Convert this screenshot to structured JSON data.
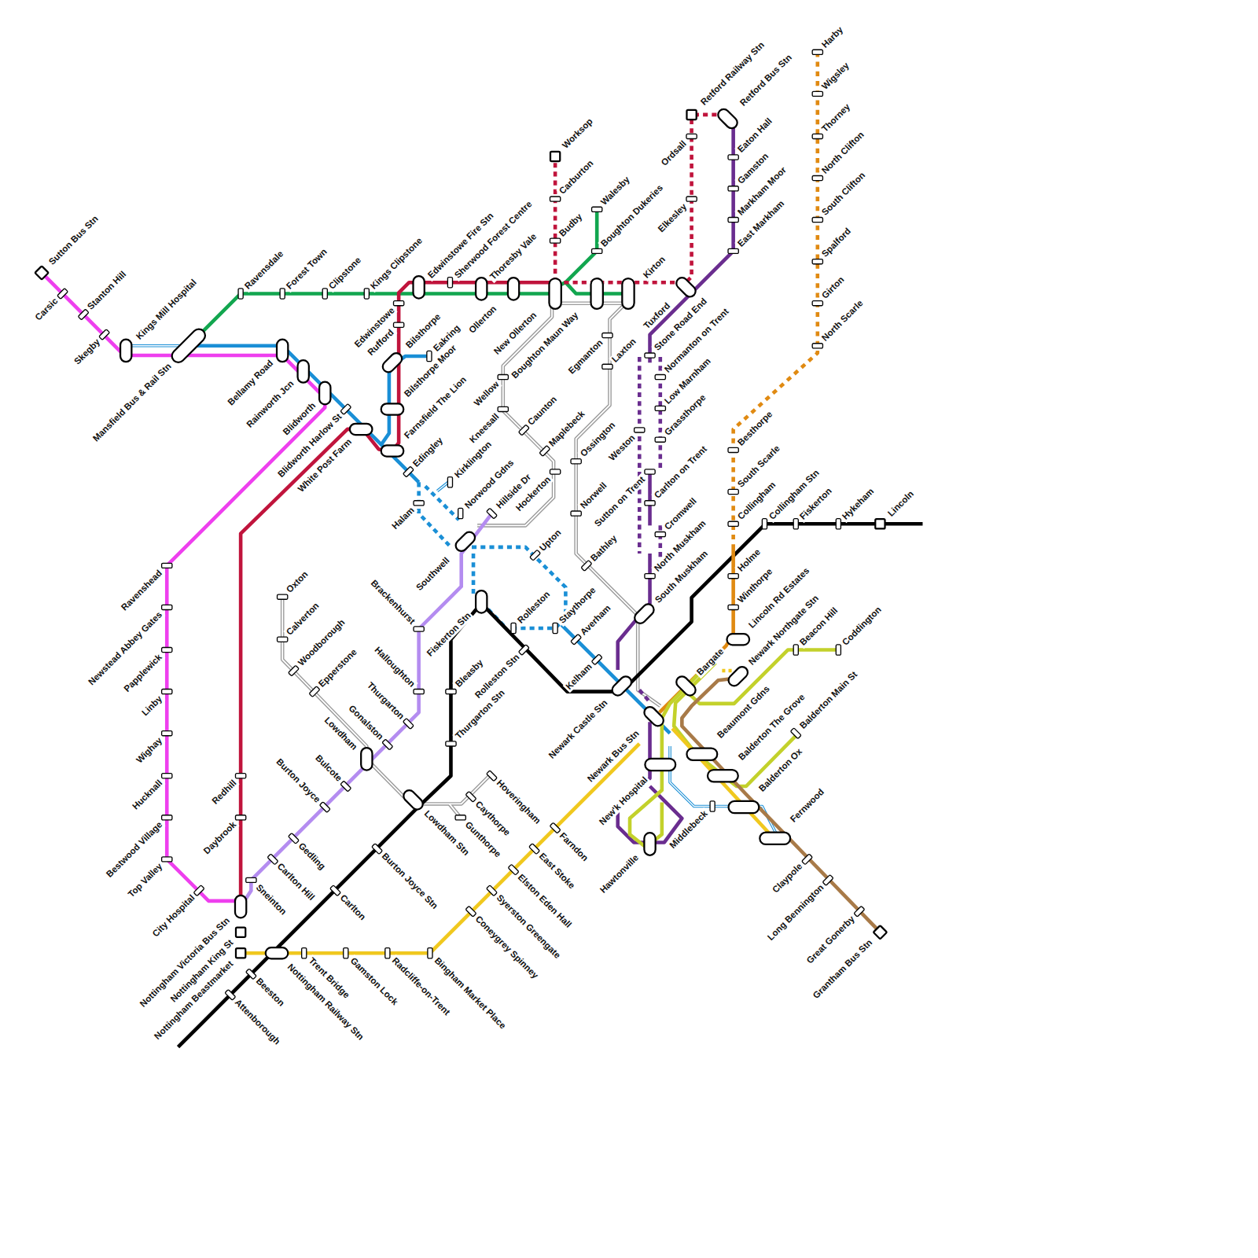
{
  "diagram": {
    "labels": [
      "Sutton Bus Stn",
      "Carsic",
      "Stanton Hill",
      "Skegby",
      "Kings Mill Hospital",
      "Mansfield Bus & Rail Stn",
      "Ravensdale",
      "Forest Town",
      "Clipstone",
      "Kings Clipstone",
      "Bellamy Road",
      "Rainworth Jcn",
      "Blidworth",
      "Blidworth Harlow St",
      "White Post Farm",
      "Edwinstowe",
      "Rufford",
      "Bilsthorpe",
      "Eakring",
      "Bilsthorpe Moor",
      "Farnsfield The Lion",
      "Edingley",
      "Edwinstowe Fire Stn",
      "Sherwood Forest Centre",
      "Thoresby Vale",
      "Ollerton",
      "New Ollerton",
      "Worksop",
      "Carburton",
      "Budby",
      "Walesby",
      "Boughton Dukeries",
      "Boughton Maun Way",
      "Kirton",
      "Egmanton",
      "Laxton",
      "Tuxford",
      "Ordsall",
      "Elkesley",
      "Retford Railway Stn",
      "Retford Bus Stn",
      "Eaton Hall",
      "Gamston",
      "Markham Moor",
      "East Markham",
      "Stone Road End",
      "Normanton on Trent",
      "Low Marnham",
      "Grassthorpe",
      "Weston",
      "Sutton on Trent",
      "Carlton on Trent",
      "Cromwell",
      "North Muskham",
      "South Muskham",
      "Kirklington",
      "Norwood Gdns",
      "Hillside Dr",
      "Halam",
      "Southwell",
      "Upton",
      "Rolleston",
      "Staythorpe",
      "Averham",
      "Kelham",
      "Fiskerton Stn",
      "Rolleston Stn",
      "Newark Castle Stn",
      "Newark Bus Stn",
      "Wellow",
      "Kneesall",
      "Caunton",
      "Maplebeck",
      "Hockerton",
      "Ossington",
      "Norwell",
      "Bathley",
      "Oxton",
      "Calverton",
      "Woodborough",
      "Epperstone",
      "Brackenhurst",
      "Halloughton",
      "Thurgarton",
      "Gonalston",
      "Lowdham",
      "Bulcote",
      "Burton Joyce",
      "Gedling",
      "Carlton Hill",
      "Sneinton",
      "Redhill",
      "Daybrook",
      "Ravenshead",
      "Newstead Abbey Gates",
      "Papplewick",
      "Linby",
      "Wighay",
      "Hucknall",
      "Bestwood Village",
      "Top Valley",
      "City Hospital",
      "Nottingham Victoria Bus Stn",
      "Nottingham King St",
      "Nottingham Beastmarket",
      "Beeston",
      "Attenborough",
      "Nottingham Railway Stn",
      "Trent Bridge",
      "Gamston Lock",
      "Radcliffe-on-Trent",
      "Bingham Market Place",
      "Coneygrey Spinney",
      "Syerston Greengate",
      "Elston Eden Hall",
      "East Stoke",
      "Farndon",
      "Carlton",
      "Burton Joyce Stn",
      "Lowdham Stn",
      "Gunthorpe",
      "Caythorpe",
      "Hoveringham",
      "Bleasby",
      "Thurgarton Stn",
      "Collingham Stn",
      "Fiskerton",
      "Hykeham",
      "Lincoln",
      "Harby",
      "Wigsley",
      "Thorney",
      "North Clifton",
      "South Clifton",
      "Spalford",
      "Girton",
      "North Scarle",
      "Besthorpe",
      "South Scarle",
      "Collingham",
      "Holme",
      "Winthorpe",
      "Lincoln Rd Estates",
      "Newark Northgate Stn",
      "Beacon Hill",
      "Coddington",
      "Bargate",
      "Beaumont Gdns",
      "Balderton The Grove",
      "Balderton Main St",
      "Balderton Ox",
      "Fernwood",
      "Claypole",
      "Long Bennington",
      "Great Gonerby",
      "Grantham Bus Stn",
      "Middlebeck",
      "Hawtonville",
      "New'k Hospital"
    ]
  }
}
